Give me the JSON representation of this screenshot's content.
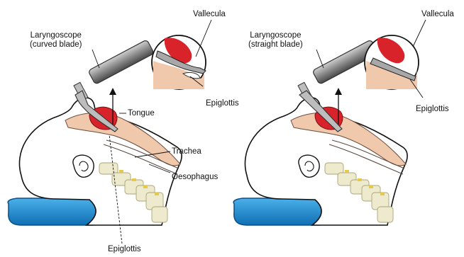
{
  "left_panel": {
    "laryngoscope_label": "Laryngoscope",
    "blade_label": "(curved blade)",
    "vallecula_label": "Vallecula",
    "epiglottis_inset_label": "Epiglottis",
    "tongue_label": "Tongue",
    "trachea_label": "Trachea",
    "oesophagus_label": "Oesophagus",
    "epiglottis_bottom_label": "Epiglottis"
  },
  "right_panel": {
    "laryngoscope_label": "Laryngoscope",
    "blade_label": "(straight blade)",
    "vallecula_label": "Vallecula",
    "epiglottis_inset_label": "Epiglottis"
  },
  "colors": {
    "tongue_red": "#d8232a",
    "skin_tone": "#f0c9ad",
    "pillow_blue": "#1f8fd4",
    "bone": "#eeeacd",
    "blade_gray": "#8d8d8d"
  }
}
